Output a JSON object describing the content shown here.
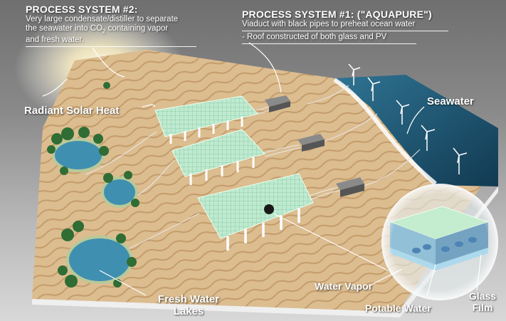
{
  "process2": {
    "title": "PROCESS SYSTEM #2:",
    "line1": "Very large condensate/distiller to separate",
    "line2_pre": "the seawater into CO",
    "line2_sub": "2",
    "line2_post": " containing vapor",
    "line3": "and fresh water."
  },
  "process1": {
    "title": "PROCESS SYSTEM #1: (\"AQUAPURE\")",
    "line1": "Viaduct with black pipes to preheat ocean water",
    "line2": "- Roof constructed of both glass and PV"
  },
  "labels": {
    "radiant": "Radiant Solar Heat",
    "seawater": "Seawater",
    "fresh1": "Fresh Water",
    "fresh2": "Lakes",
    "vapor": "Water Vapor",
    "potable": "Potable Water",
    "glass1": "Glass",
    "glass2": "Film"
  },
  "colors": {
    "sand": "#d9b98c",
    "ocean": "#1f5570",
    "panel": "#b8e6c8",
    "lake": "#3f8fb0",
    "tree": "#2f6d34"
  }
}
